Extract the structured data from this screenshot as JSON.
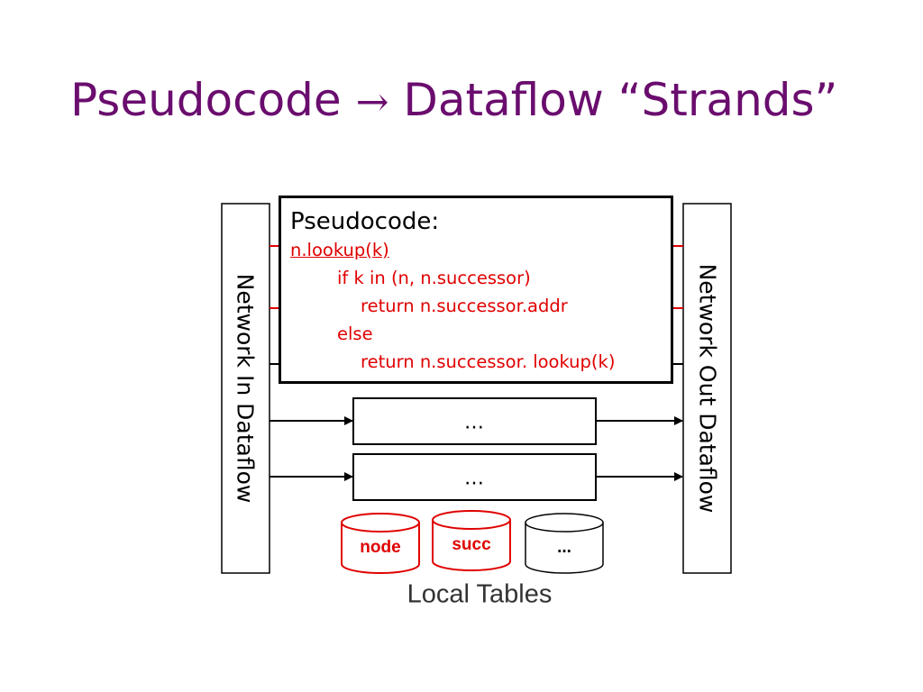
{
  "slide": {
    "title_left": "Pseudocode",
    "title_arrow": "→",
    "title_right": "Dataflow “Strands”"
  },
  "left_panel": {
    "label": "Network In Dataflow"
  },
  "right_panel": {
    "label": "Network Out Dataflow"
  },
  "pseudocode": {
    "heading": "Pseudocode:",
    "lines": [
      "n.lookup(k)",
      "if k in (n, n.successor)",
      "return n.successor.addr",
      "else",
      "return n.successor. lookup(k)"
    ]
  },
  "strands": [
    {
      "label": "…"
    },
    {
      "label": "…"
    }
  ],
  "tables": {
    "label": "Local Tables",
    "items": [
      {
        "label": "node",
        "color": "#e00000"
      },
      {
        "label": "succ",
        "color": "#e00000"
      },
      {
        "label": "...",
        "color": "#000000"
      }
    ]
  },
  "colors": {
    "title": "#6a0d6e",
    "highlight": "#e00000",
    "ink": "#000000"
  }
}
